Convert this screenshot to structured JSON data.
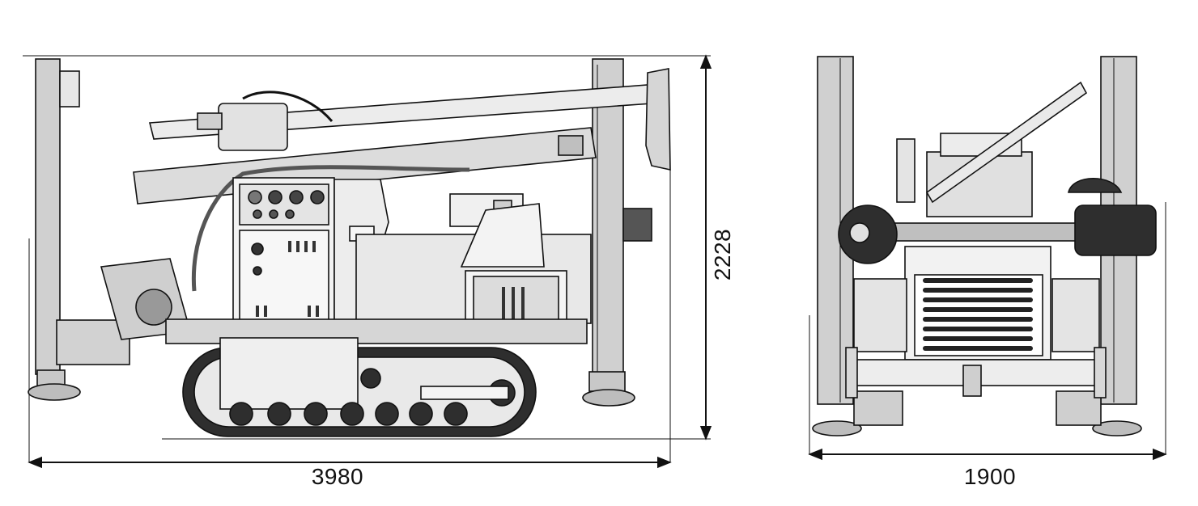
{
  "dimensions": {
    "side_length": "3980",
    "side_height": "2228",
    "rear_width": "1900"
  },
  "colors": {
    "line": "#111111",
    "metal_light": "#d9d9d9",
    "metal_mid": "#b8b8b8",
    "metal_dark": "#3a3a3a",
    "panel": "#f2f2f2"
  }
}
